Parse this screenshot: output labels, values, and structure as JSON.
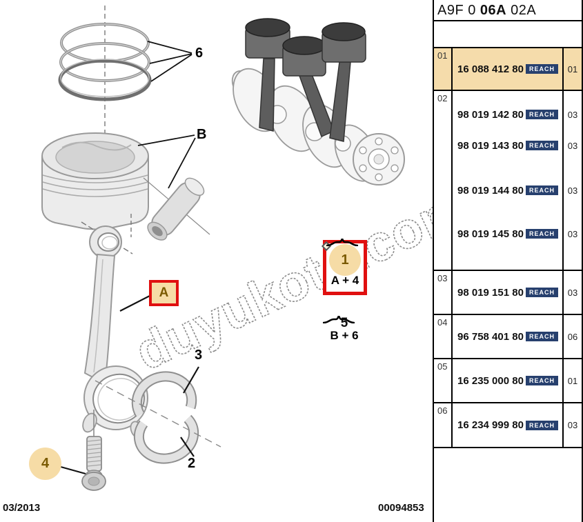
{
  "header": {
    "code_pre": "A9F 0 ",
    "code_bold": "06A",
    "code_post": " 02A"
  },
  "table": {
    "reach_label": "REACH",
    "groups": [
      {
        "index": "01",
        "highlighted": true,
        "parts": [
          {
            "num": "16 088 412 80",
            "qty": "01"
          }
        ]
      },
      {
        "index": "02",
        "highlighted": false,
        "parts": [
          {
            "num": "98 019 142 80",
            "qty": "03"
          },
          {
            "num": "98 019 143 80",
            "qty": "03"
          },
          {
            "num": "98 019 144 80",
            "qty": "03"
          },
          {
            "num": "98 019 145 80",
            "qty": "03"
          }
        ]
      },
      {
        "index": "03",
        "highlighted": false,
        "parts": [
          {
            "num": "98 019 151 80",
            "qty": "03"
          }
        ]
      },
      {
        "index": "04",
        "highlighted": false,
        "parts": [
          {
            "num": "96 758 401 80",
            "qty": "06"
          }
        ]
      },
      {
        "index": "05",
        "highlighted": false,
        "parts": [
          {
            "num": "16 235 000 80",
            "qty": "01"
          }
        ]
      },
      {
        "index": "06",
        "highlighted": false,
        "parts": [
          {
            "num": "16 234 999 80",
            "qty": "03"
          }
        ]
      }
    ]
  },
  "diagram": {
    "labels": {
      "piston_rings": "6",
      "piston_group": "B",
      "connecting_rod": "A",
      "assembly_num": "1",
      "assembly_formula": "A + 4",
      "set_num": "5",
      "set_formula": "B + 6",
      "bearing_shell_upper": "3",
      "bearing_shell_lower": "2",
      "bolt": "4"
    },
    "watermark": "duyukoto.com"
  },
  "footer": {
    "date": "03/2013",
    "doc_number": "00094853"
  },
  "colors": {
    "row_highlight": "#f5dcab",
    "reach_badge_bg": "#27406e",
    "callout_border_red": "#e01010",
    "callout_fill_tan": "#f6dca6",
    "label_brown": "#7a5a00"
  }
}
